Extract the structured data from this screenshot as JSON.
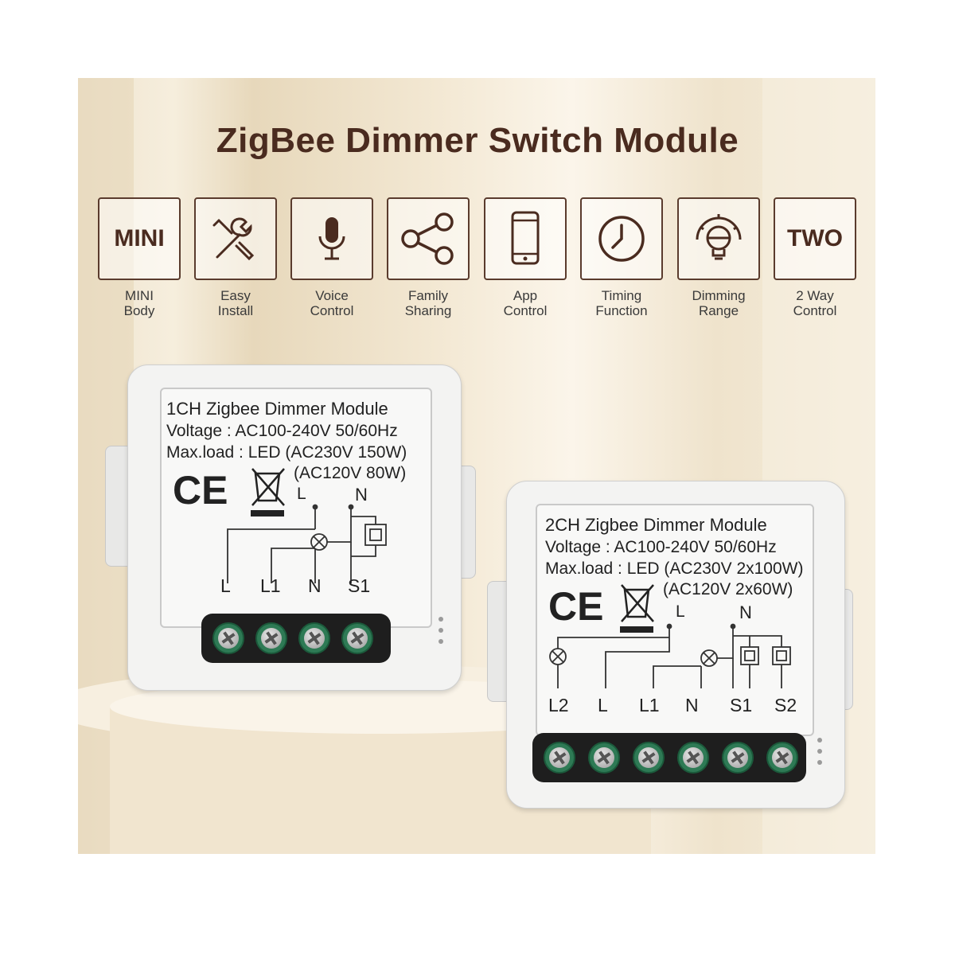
{
  "title": "ZigBee Dimmer Switch Module",
  "features": [
    {
      "icon_text": "MINI",
      "line1": "MINI",
      "line2": "Body"
    },
    {
      "icon": "tools-icon",
      "line1": "Easy",
      "line2": "Install"
    },
    {
      "icon": "microphone-icon",
      "line1": "Voice",
      "line2": "Control"
    },
    {
      "icon": "share-icon",
      "line1": "Family",
      "line2": "Sharing"
    },
    {
      "icon": "phone-icon",
      "line1": "App",
      "line2": "Control"
    },
    {
      "icon": "clock-icon",
      "line1": "Timing",
      "line2": "Function"
    },
    {
      "icon": "dimmer-bulb-icon",
      "line1": "Dimming",
      "line2": "Range"
    },
    {
      "icon_text": "TWO",
      "line1": "2 Way",
      "line2": "Control"
    }
  ],
  "module_1ch": {
    "name": "1CH Zigbee Dimmer Module",
    "voltage": "Voltage : AC100-240V 50/60Hz",
    "maxload1": "Max.load : LED (AC230V 150W)",
    "maxload2": "(AC120V 80W)",
    "ce": "CE",
    "diagram_L": "L",
    "diagram_N": "N",
    "terminals": [
      "L",
      "L1",
      "N",
      "S1"
    ]
  },
  "module_2ch": {
    "name": "2CH Zigbee Dimmer Module",
    "voltage": "Voltage : AC100-240V 50/60Hz",
    "maxload1": "Max.load : LED (AC230V 2x100W)",
    "maxload2": "(AC120V 2x60W)",
    "ce": "CE",
    "diagram_L": "L",
    "diagram_N": "N",
    "terminals": [
      "L2",
      "L",
      "L1",
      "N",
      "S1",
      "S2"
    ]
  },
  "colors": {
    "title": "#4a2b1f",
    "icon_border": "#5a3b2d",
    "terminal_green": "#2e7a55"
  }
}
